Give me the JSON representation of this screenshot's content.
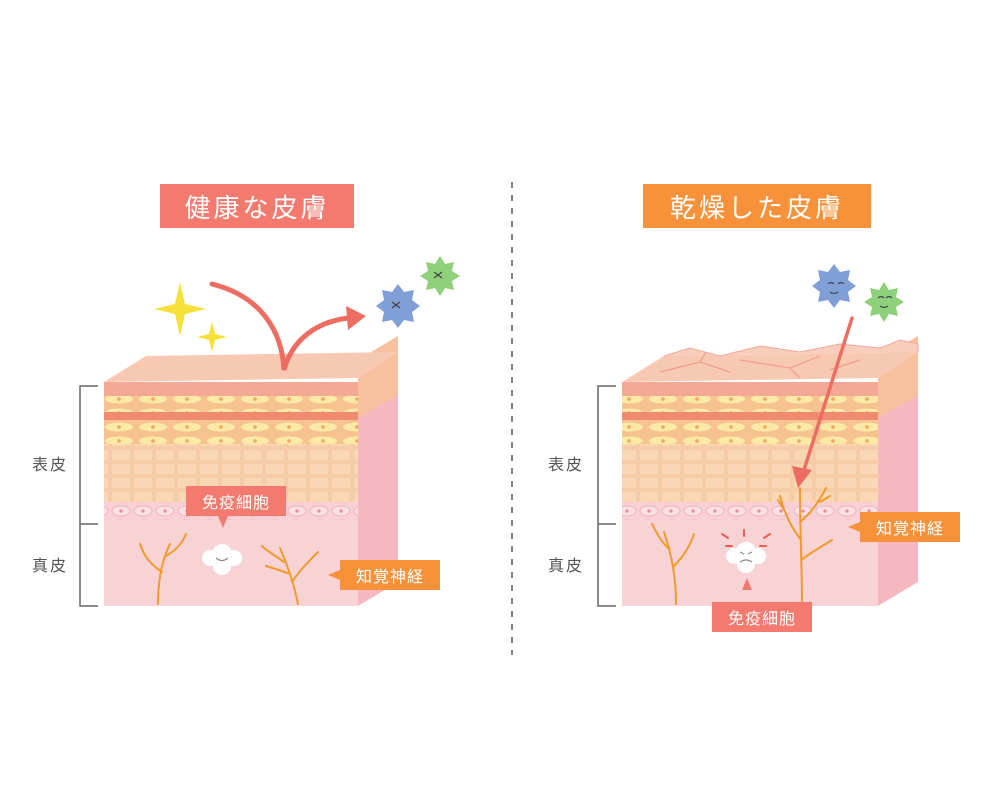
{
  "left": {
    "title": "健康な皮膚",
    "epidermis_label": "表皮",
    "dermis_label": "真皮",
    "immune_label": "免疫細胞",
    "nerve_label": "知覚神経"
  },
  "right": {
    "title": "乾燥した皮膚",
    "epidermis_label": "表皮",
    "dermis_label": "真皮",
    "immune_label": "免疫細胞",
    "nerve_label": "知覚神経"
  },
  "colors": {
    "title_left": "#f47a6f",
    "title_right": "#f7923a",
    "immune_tag": "#f47a6f",
    "nerve_tag": "#f7923a",
    "nerve_line": "#f39a2c",
    "arrow": "#ee6d62",
    "germ_blue": "#7f9fd6",
    "germ_green": "#8fd07a",
    "sparkle": "#f6e13a"
  }
}
